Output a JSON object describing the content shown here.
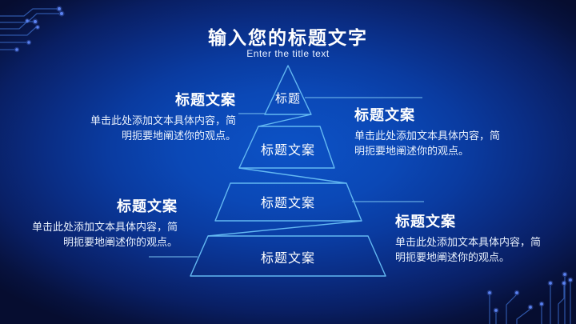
{
  "slide": {
    "title": "输入您的标题文字",
    "subtitle": "Enter the title text"
  },
  "pyramid": {
    "levels": [
      {
        "label": "标题"
      },
      {
        "label": "标题文案"
      },
      {
        "label": "标题文案"
      },
      {
        "label": "标题文案"
      }
    ]
  },
  "callouts": {
    "top_left": {
      "heading": "标题文案",
      "body_lines": [
        "单击此处添加文本具体内容，简",
        "明扼要地阐述你的观点。"
      ]
    },
    "top_right": {
      "heading": "标题文案",
      "body_lines": [
        "单击此处添加文本具体内容，简",
        "明扼要地阐述你的观点。"
      ]
    },
    "bottom_left": {
      "heading": "标题文案",
      "body_lines": [
        "单击此处添加文本具体内容，简",
        "明扼要地阐述你的观点。"
      ]
    },
    "bottom_right": {
      "heading": "标题文案",
      "body_lines": [
        "单击此处添加文本具体内容，简",
        "明扼要地阐述你的观点。"
      ]
    }
  },
  "decor": {
    "top_left": "circuit-traces",
    "bottom_right": "circuit-traces"
  },
  "colors": {
    "background_center": "#0b4fc2",
    "background_edge": "#071038",
    "pyramid_stroke": "#63b8f2",
    "connector_line": "#7ac2f0",
    "text": "#ffffff",
    "circuit_line": "#2e56a8",
    "circuit_dot": "#5a82f2"
  }
}
